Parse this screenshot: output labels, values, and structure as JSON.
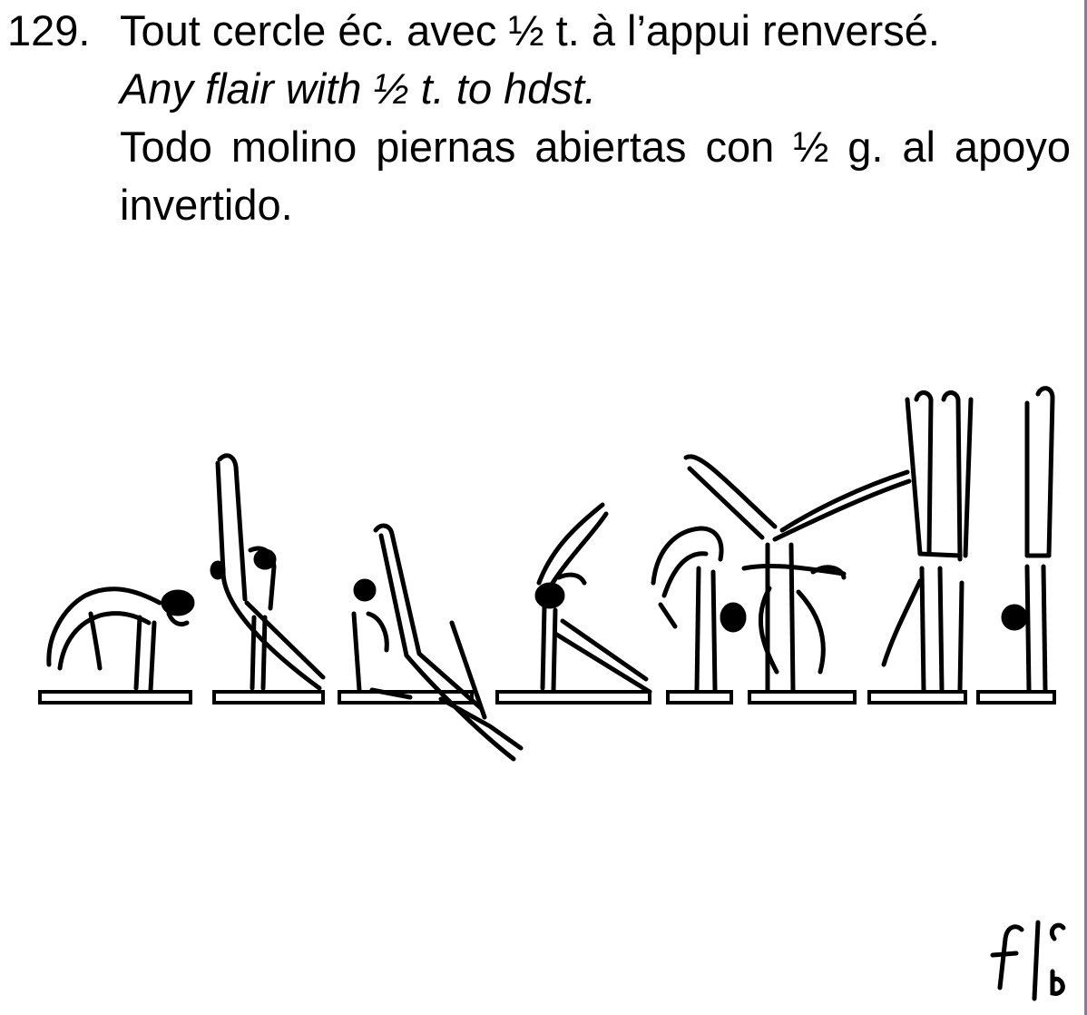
{
  "element": {
    "number": "129.",
    "name_fr": "Tout cercle éc. avec ½ t. à l’appui renversé.",
    "name_en": "Any flair with ½ t. to hdst.",
    "name_es": "Todo molino piernas abiertas con ½ g. al apoyo invertido."
  },
  "figure": {
    "icon": "pommel-flair-half-turn-to-handstand-sequence",
    "stroke_color": "#000000",
    "beam_count": 8
  },
  "corner_mark": {
    "icon": "handwritten-signature-icon"
  }
}
